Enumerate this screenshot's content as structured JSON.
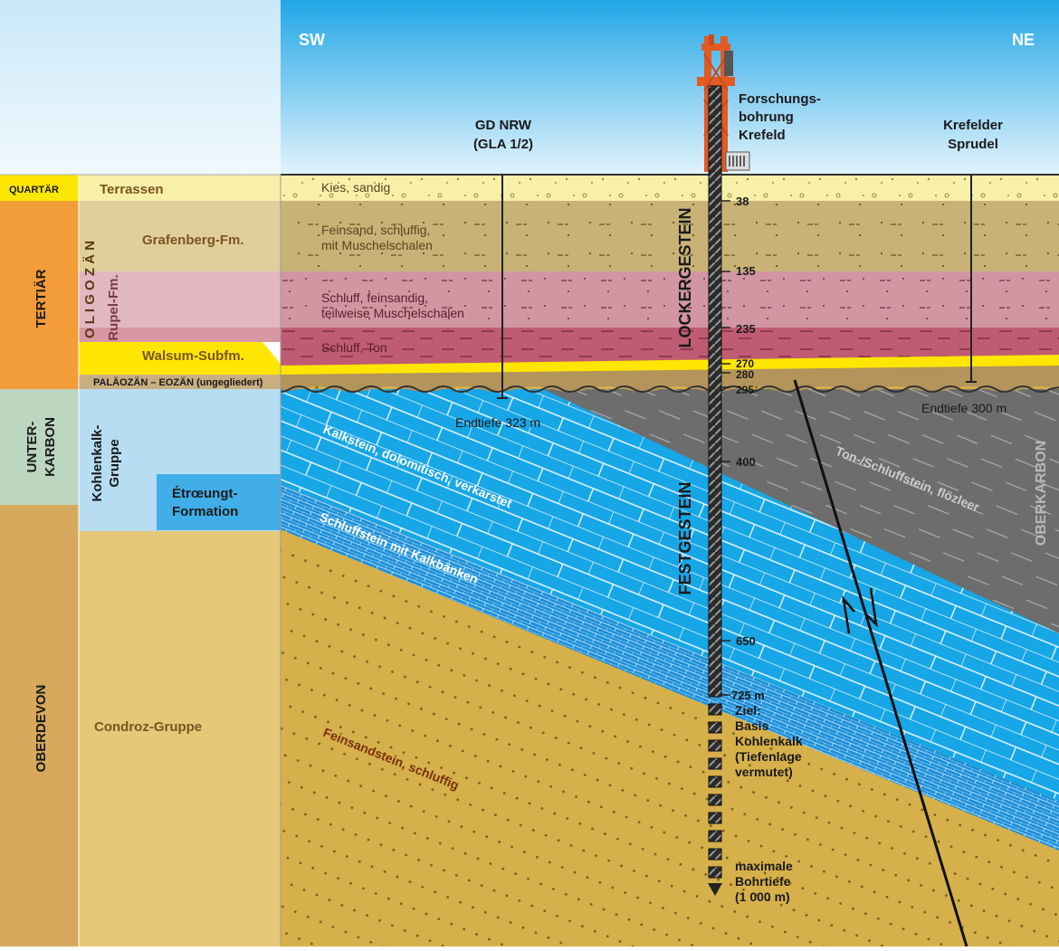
{
  "compass": {
    "sw": "SW",
    "ne": "NE"
  },
  "wells": {
    "gd_nrw": {
      "line1": "GD NRW",
      "line2": "(GLA 1/2)",
      "end_depth": "Endtiefe 323 m"
    },
    "forschung": {
      "line1": "Forschungs-",
      "line2": "bohrung",
      "line3": "Krefeld"
    },
    "krefelder": {
      "line1": "Krefelder",
      "line2": "Sprudel",
      "end_depth": "Endtiefe 300 m"
    }
  },
  "strat_column": {
    "periods": {
      "quartaer": "QUARTÄR",
      "tertiaer": "TERTIÄR",
      "unterkarbon_1": "UNTER-",
      "unterkarbon_2": "KARBON",
      "oberdevon": "OBERDEVON"
    },
    "epoch_oligozaen": "O L I G O Z Ä N",
    "units": {
      "terrassen": "Terrassen",
      "grafenberg": "Grafenberg-Fm.",
      "rupel": "Rupel-Fm.",
      "walsum": "Walsum-Subfm.",
      "palaeozaen": "PALÄOZÄN – EOZÄN (ungegliedert)",
      "kohlenkalk_1": "Kohlenkalk-",
      "kohlenkalk_2": "Gruppe",
      "etroeungt_1": "Étrœungt-",
      "etroeungt_2": "Formation",
      "condroz": "Condroz-Gruppe"
    }
  },
  "lithology": {
    "kies": "Kies, sandig",
    "feinsand_1": "Feinsand, schluffig,",
    "feinsand_2": "mit Muschelschalen",
    "schluff_fein_1": "Schluff, feinsandig,",
    "schluff_fein_2": "teilweise Muschelschalen",
    "schluff_ton": "Schluff, Ton",
    "kalkstein": "Kalkstein, dolomitisch, verkarstet",
    "schluffstein": "Schluffstein mit Kalkbänken",
    "feinsandstein": "Feinsandstein, schluffig",
    "tonschluff": "Ton-/Schluffstein, flözleer",
    "oberkarbon": "OBERKARBON"
  },
  "rock_class": {
    "locker": "LOCKERGESTEIN",
    "fest": "FESTGESTEIN"
  },
  "depth_marks": [
    "38",
    "135",
    "235",
    "270",
    "280",
    "295",
    "400",
    "650",
    "725 m"
  ],
  "target": {
    "l1": "Ziel:",
    "l2": "Basis",
    "l3": "Kohlenkalk",
    "l4": "(Tiefenlage",
    "l5": "vermutet)"
  },
  "max_depth": {
    "l1": "maximale",
    "l2": "Bohrtiefe",
    "l3": "(1 000 m)"
  },
  "colors": {
    "sky_top": "#21a6e6",
    "sky_bottom": "#e2f3fc",
    "quaternary": "#f8efa9",
    "grafenberg": "#c8b276",
    "rupel_upper": "#d296a2",
    "rupel_lower": "#c05b74",
    "walsum": "#ffe600",
    "palaeogene": "#b3945a",
    "limestone": "#17a6e6",
    "carboniferous": "#6d6d6d",
    "devonian": "#d6b04a",
    "tertiary_col": "#f39c3a",
    "unterkarbon_col": "#bcd6c0",
    "oberdevon_col": "#d6a95c",
    "rig": "#e35b23"
  }
}
